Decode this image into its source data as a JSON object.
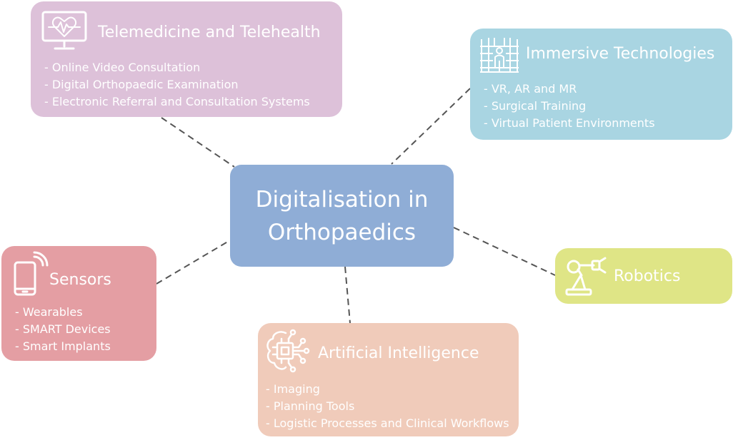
{
  "center": {
    "line1": "Digitalisation in",
    "line2": "Orthopaedics"
  },
  "telemedicine": {
    "title": "Telemedicine and Telehealth",
    "icon": "heart-monitor-icon",
    "items": [
      "- Online Video Consultation",
      "- Digital Orthopaedic Examination",
      "- Electronic Referral and Consultation Systems"
    ]
  },
  "immersive": {
    "title": "Immersive Technologies",
    "icon": "vr-grid-person-icon",
    "items": [
      "- VR, AR and MR",
      "- Surgical Training",
      "- Virtual Patient Environments"
    ]
  },
  "sensors": {
    "title": "Sensors",
    "icon": "smartphone-signal-icon",
    "items": [
      "- Wearables",
      "- SMART Devices",
      "- Smart Implants"
    ]
  },
  "robotics": {
    "title": "Robotics",
    "icon": "robot-arm-icon",
    "items": []
  },
  "ai": {
    "title": "Artificial Intelligence",
    "icon": "brain-chip-icon",
    "items": [
      "- Imaging",
      "- Planning Tools",
      "- Logistic Processes and Clinical Workflows"
    ]
  },
  "colors": {
    "center": "#8fadd6",
    "telemedicine": "#ddc1d9",
    "immersive": "#a9d5e2",
    "sensors": "#e49ea3",
    "robotics": "#dfe586",
    "ai": "#f0cbba",
    "connector": "#555555"
  }
}
